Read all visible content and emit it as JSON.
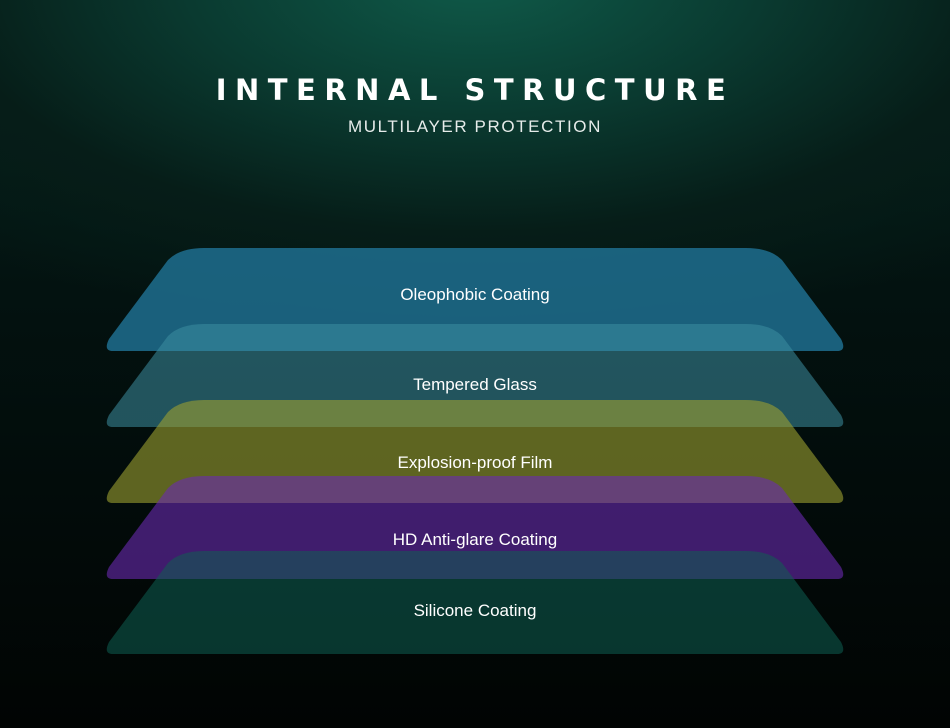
{
  "header": {
    "title": "INTERNAL STRUCTURE",
    "subtitle": "MULTILAYER PROTECTION"
  },
  "layers": [
    {
      "label": "Oleophobic Coating",
      "color": "#1f6e8f",
      "opacity": 0.85
    },
    {
      "label": "Tempered Glass",
      "color": "#3d8ea0",
      "opacity": 0.55
    },
    {
      "label": "Explosion-proof Film",
      "color": "#9ca030",
      "opacity": 0.6
    },
    {
      "label": "HD Anti-glare Coating",
      "color": "#6a2ab0",
      "opacity": 0.6
    },
    {
      "label": "Silicone Coating",
      "color": "#0f5e52",
      "opacity": 0.55
    }
  ]
}
